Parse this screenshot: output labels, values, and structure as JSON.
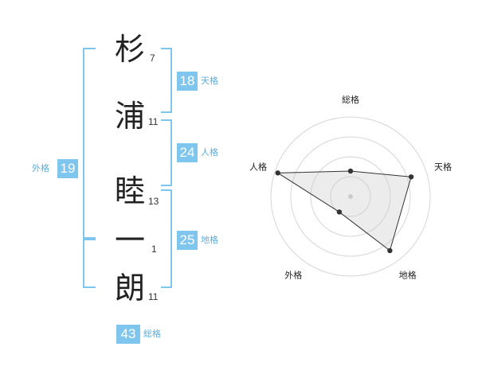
{
  "name": {
    "chars": [
      {
        "char": "杉",
        "strokes": "7"
      },
      {
        "char": "浦",
        "strokes": "11"
      },
      {
        "char": "睦",
        "strokes": "13"
      },
      {
        "char": "一",
        "strokes": "1"
      },
      {
        "char": "朗",
        "strokes": "11"
      }
    ]
  },
  "kakusu": {
    "tenkaku": {
      "value": "18",
      "label": "天格"
    },
    "jinkaku": {
      "value": "24",
      "label": "人格"
    },
    "chikaku": {
      "value": "25",
      "label": "地格"
    },
    "gaikaku": {
      "value": "19",
      "label": "外格"
    },
    "soukaku": {
      "value": "43",
      "label": "総格"
    }
  },
  "colors": {
    "accent": "#7fc6ef",
    "text": "#222222"
  },
  "chart_data": {
    "type": "radar",
    "axes": [
      "総格",
      "天格",
      "地格",
      "外格",
      "人格"
    ],
    "values": [
      1.6,
      4.0,
      4.2,
      1.2,
      4.8
    ],
    "rmax": 5,
    "rings": 4
  }
}
